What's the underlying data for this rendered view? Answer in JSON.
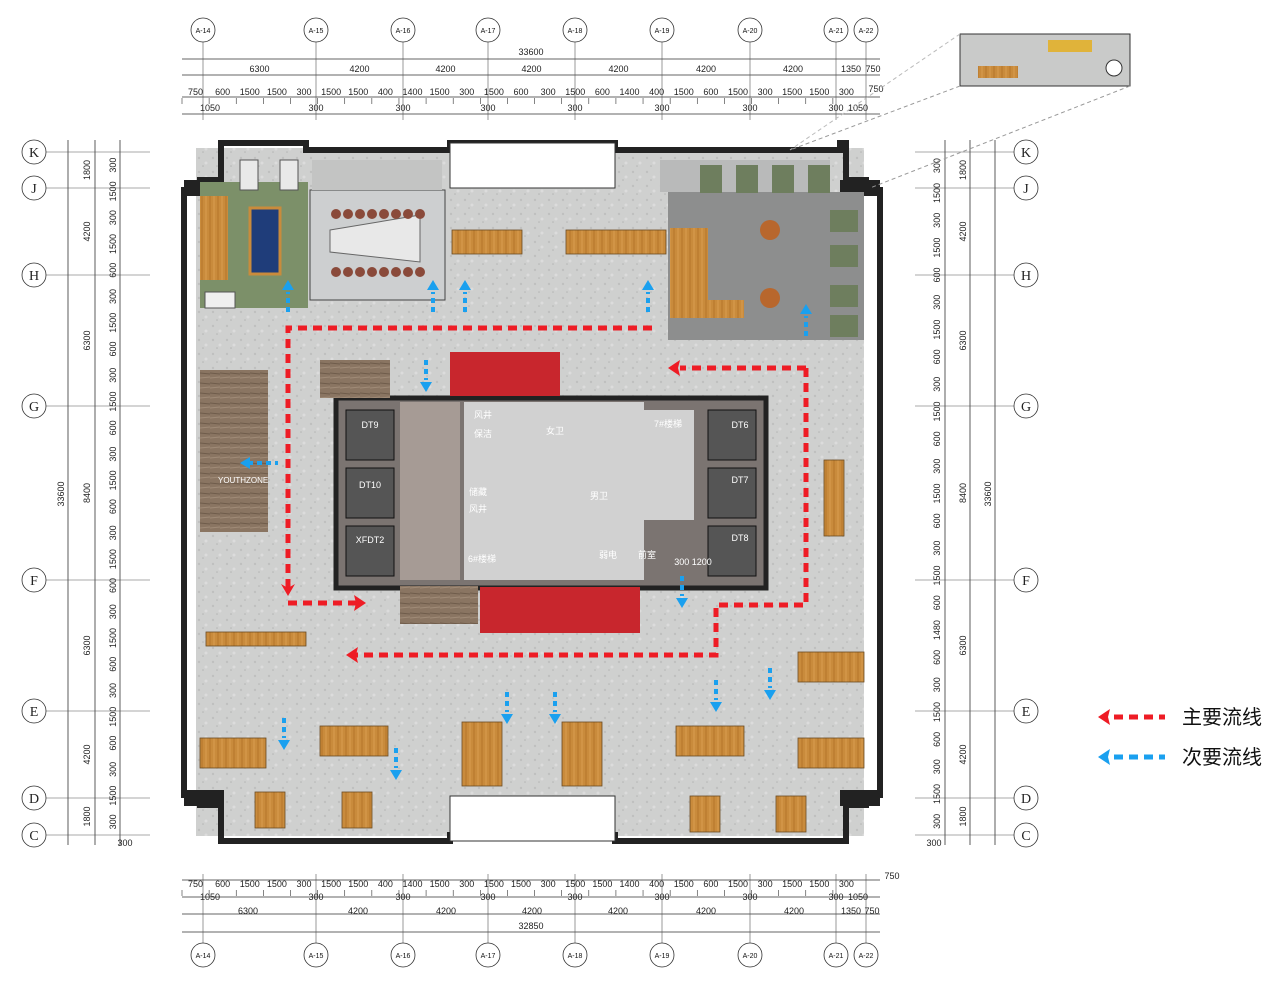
{
  "top_axes": [
    "A-14",
    "A-15",
    "A-16",
    "A-17",
    "A-18",
    "A-19",
    "A-20",
    "A-21",
    "A-22"
  ],
  "bottom_axes": [
    "A-14",
    "A-15",
    "A-16",
    "A-17",
    "A-18",
    "A-19",
    "A-20",
    "A-21",
    "A-22"
  ],
  "top_total": "33600",
  "top_dims_row1": [
    "6300",
    "4200",
    "4200",
    "4200",
    "4200",
    "4200",
    "4200",
    "1350",
    "750"
  ],
  "top_dims_row2": [
    "750",
    "600",
    "1500",
    "1500",
    "300",
    "1500",
    "1500",
    "400",
    "1400",
    "1500",
    "300",
    "1500",
    "600",
    "300",
    "1500",
    "600",
    "1400",
    "400",
    "1500",
    "600",
    "1500",
    "300",
    "1500",
    "1500",
    "300"
  ],
  "top_dims_row3": [
    "1050",
    "300",
    "300",
    "300",
    "300",
    "300",
    "300",
    "300",
    "1050"
  ],
  "top_side_note": "750",
  "bottom_total": "32850",
  "bottom_dims_row1": [
    "750",
    "600",
    "1500",
    "1500",
    "300",
    "1500",
    "1500",
    "400",
    "1400",
    "1500",
    "300",
    "1500",
    "1500",
    "300",
    "1500",
    "1500",
    "1400",
    "400",
    "1500",
    "600",
    "1500",
    "300",
    "1500",
    "1500",
    "300"
  ],
  "bottom_dims_row2": [
    "1050",
    "300",
    "300",
    "300",
    "300",
    "300",
    "300",
    "300",
    "1050"
  ],
  "bottom_dims_row3": [
    "6300",
    "4200",
    "4200",
    "4200",
    "4200",
    "4200",
    "4200",
    "1350",
    "750"
  ],
  "bottom_side_note": "750",
  "left_letters": [
    "K",
    "J",
    "H",
    "G",
    "F",
    "E",
    "D",
    "C"
  ],
  "right_letters": [
    "K",
    "J",
    "H",
    "G",
    "F",
    "E",
    "D",
    "C"
  ],
  "left_total": "33600",
  "right_total": "33600",
  "side_dims_outer": [
    "1800",
    "4200",
    "6300",
    "8400",
    "6300",
    "4200",
    "1800"
  ],
  "side_dims_inner": [
    "300",
    "1500",
    "300",
    "1500",
    "600",
    "300",
    "1500",
    "600",
    "300",
    "1500",
    "600",
    "300",
    "1500",
    "600",
    "300",
    "1500",
    "600",
    "300",
    "1500",
    "600",
    "300",
    "1500",
    "600",
    "300",
    "1500",
    "300"
  ],
  "right_dims_inner": [
    "300",
    "1500",
    "300",
    "1500",
    "600",
    "300",
    "1500",
    "600",
    "300",
    "1500",
    "600",
    "300",
    "1500",
    "600",
    "300",
    "1500",
    "600",
    "1480",
    "600",
    "300",
    "1500",
    "600",
    "300",
    "1500",
    "300"
  ],
  "bottom_corner_left": "300",
  "bottom_corner_right": "300",
  "rooms": {
    "wind_shaft_top": "风井",
    "cleaning": "保洁",
    "women_wc": "女卫",
    "stair7": "7#楼梯",
    "men_wc": "男卫",
    "storage": "储藏",
    "wind_shaft_bottom": "风井",
    "stair6": "6#楼梯",
    "weak_power": "弱电",
    "anteroom": "前室",
    "dim_note": "300 1200",
    "lift_dt9": "DT9",
    "lift_dt10": "DT10",
    "lift_xfdt": "XFDT2",
    "lift_dt6": "DT6",
    "lift_dt7": "DT7",
    "lift_dt8": "DT8",
    "youth_zone": "YOUTHZONE"
  },
  "legend": {
    "primary": "主要流线",
    "secondary": "次要流线",
    "primary_color": "#ee1c25",
    "secondary_color": "#1aa0ef"
  }
}
